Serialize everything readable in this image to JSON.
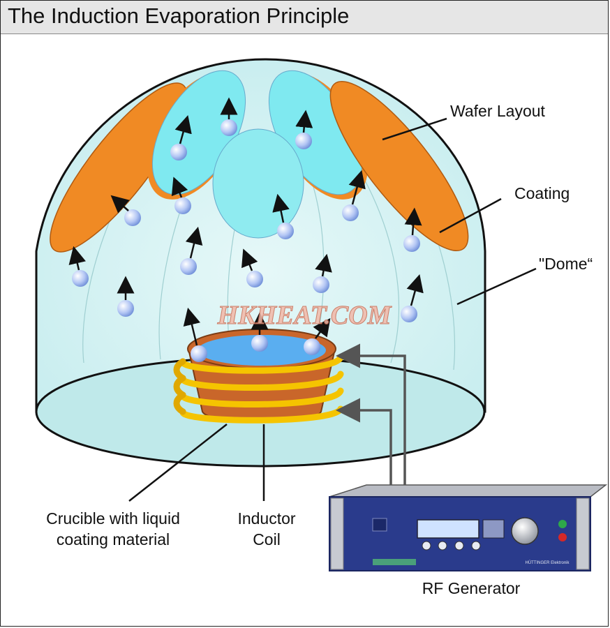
{
  "title": "The Induction Evaporation Principle",
  "labels": {
    "wafer_layout": "Wafer Layout",
    "coating": "Coating",
    "dome": "\"Dome“",
    "crucible_line1": "Crucible with liquid",
    "crucible_line2": "coating material",
    "inductor_line1": "Inductor",
    "inductor_line2": "Coil",
    "rf_generator": "RF Generator"
  },
  "watermark": "HKHEAT.COM",
  "device_brand": "HÜTTINGER Elektronik",
  "colors": {
    "dome_fill": "#cfeff0",
    "wafer_fill": "#7fe9f0",
    "coating_orange": "#f08a24",
    "crucible": "#c9662a",
    "liquid": "#5aaef0",
    "coil": "#f5c400",
    "generator_face": "#2a3b8c",
    "particle": "#b8c8f5"
  }
}
